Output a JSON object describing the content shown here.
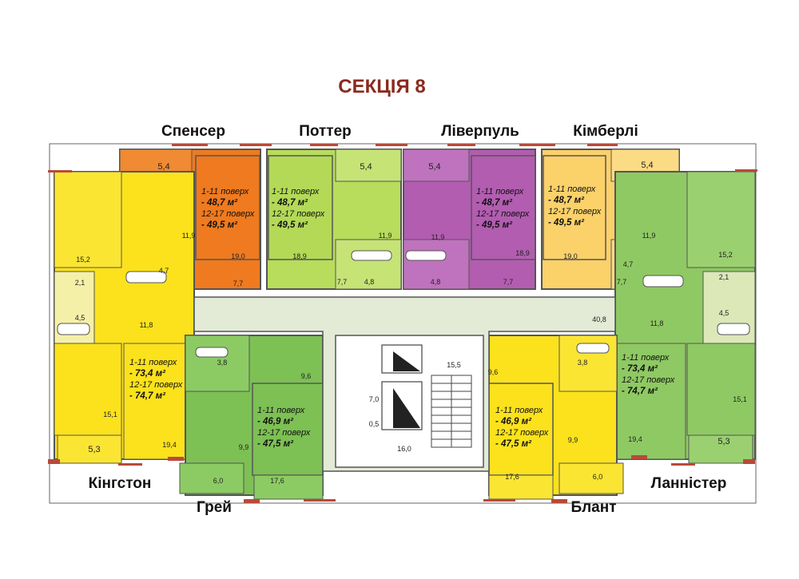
{
  "title": "СЕКЦІЯ 8",
  "colors": {
    "title": "#8b2a1e",
    "orange": "#ef7a1f",
    "lime": "#b8dc5c",
    "magenta": "#b25db0",
    "yellow": "#fbe21c",
    "peach": "#fbd16a",
    "green": "#8fc963",
    "gray": "#dfe6d3",
    "wall": "#555555",
    "window": "#b84a3a"
  },
  "apartments": {
    "spenser": {
      "name": "Спенсер",
      "line1": "1-11 поверх",
      "area1": "- 48,7 м²",
      "line2": "12-17 поверх",
      "area2": "- 49,5 м²"
    },
    "potter": {
      "name": "Поттер",
      "line1": "1-11 поверх",
      "area1": "- 48,7 м²",
      "line2": "12-17 поверх",
      "area2": "- 49,5 м²"
    },
    "liverpool": {
      "name": "Ліверпуль",
      "line1": "1-11 поверх",
      "area1": "- 48,7 м²",
      "line2": "12-17 поверх",
      "area2": "- 49,5 м²"
    },
    "kimberli": {
      "name": "Кімберлі",
      "line1": "1-11 поверх",
      "area1": "- 48,7 м²",
      "line2": "12-17 поверх",
      "area2": "- 49,5 м²"
    },
    "kingston": {
      "name": "Кінгстон",
      "line1": "1-11 поверх",
      "area1": "- 73,4 м²",
      "line2": "12-17 поверх",
      "area2": "- 74,7 м²"
    },
    "lannister": {
      "name": "Ланністер",
      "line1": "1-11 поверх",
      "area1": "- 73,4 м²",
      "line2": "12-17 поверх",
      "area2": "- 74,7 м²"
    },
    "grey": {
      "name": "Грей",
      "line1": "1-11 поверх",
      "area1": "- 46,9 м²",
      "line2": "12-17 поверх",
      "area2": "- 47,5 м²"
    },
    "blunt": {
      "name": "Блант",
      "line1": "1-11 поверх",
      "area1": "- 46,9 м²",
      "line2": "12-17 поверх",
      "area2": "- 47,5 м²"
    }
  },
  "room_areas": {
    "spenser": {
      "balcony": "5,4",
      "kitchen": "11,9",
      "bath": "4,7",
      "room": "19,0",
      "hall": "7,7"
    },
    "potter": {
      "balcony": "5,4",
      "kitchen": "11,9",
      "room": "18,9",
      "hall": "7,7",
      "bath": "4,8"
    },
    "liverpool": {
      "balcony": "5,4",
      "kitchen": "11,9",
      "room": "18,9",
      "hall": "7,7",
      "bath": "4,8"
    },
    "kimberli": {
      "balcony": "5,4",
      "kitchen": "11,9",
      "room": "19,0",
      "hall": "7,7",
      "bath": "4,7"
    },
    "kingston": {
      "bedroom": "15,2",
      "wc": "2,1",
      "bath": "4,5",
      "hall": "11,8",
      "room": "15,1",
      "balcony": "5,3",
      "kitchen": "19,4"
    },
    "lannister": {
      "bedroom": "15,2",
      "wc": "2,1",
      "bath": "4,5",
      "hall": "11,8",
      "room": "15,1",
      "balcony": "5,3",
      "kitchen": "19,4"
    },
    "grey": {
      "bath": "3,8",
      "hall": "9,6",
      "kitchen": "9,9",
      "balcony": "6,0",
      "room": "17,6"
    },
    "blunt": {
      "hall": "9,6",
      "bath": "3,8",
      "kitchen": "9,9",
      "balcony": "6,0",
      "room": "17,6"
    },
    "common": {
      "corridor": "40,8",
      "lobby": "7,0",
      "shaft": "0,5",
      "stairs": "15,5",
      "landing": "16,0"
    }
  }
}
